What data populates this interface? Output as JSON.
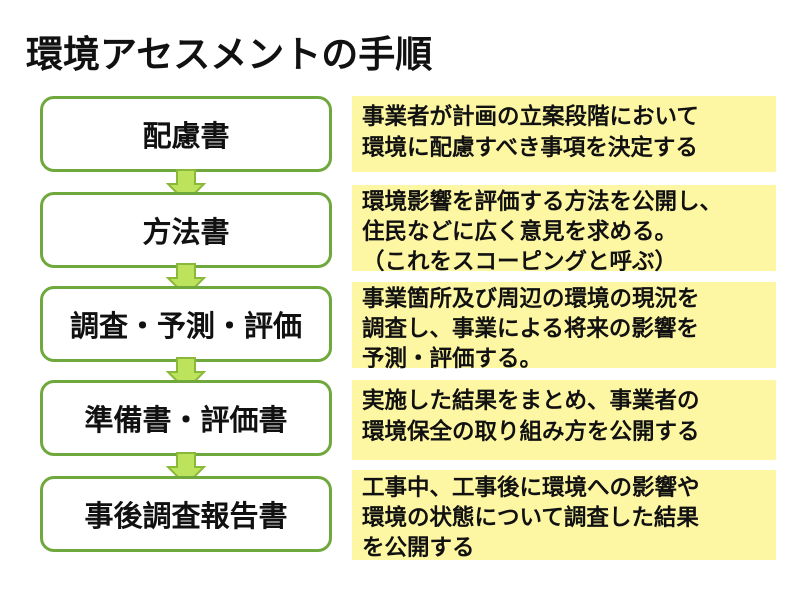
{
  "title": "環境アセスメントの手順",
  "steps": [
    {
      "label": "配慮書",
      "desc": [
        "事業者が計画の立案段階において",
        "環境に配慮すべき事項を決定する"
      ]
    },
    {
      "label": "方法書",
      "desc": [
        "環境影響を評価する方法を公開し、",
        "住民などに広く意見を求める。",
        "（これをスコーピングと呼ぶ）"
      ]
    },
    {
      "label": "調査・予測・評価",
      "desc": [
        "事業箇所及び周辺の環境の現況を",
        "調査し、事業による将来の影響を",
        "予測・評価する。"
      ]
    },
    {
      "label": "準備書・評価書",
      "desc": [
        "実施した結果をまとめ、事業者の",
        "環境保全の取り組み方を公開する"
      ]
    },
    {
      "label": "事後調査報告書",
      "desc": [
        "工事中、工事後に環境への影響や",
        "環境の状態について調査した結果",
        "を公開する"
      ]
    }
  ],
  "colors": {
    "box_border": "#6fa83c",
    "desc_bg": "#fdf6a3",
    "arrow_fill": "#bde25b",
    "arrow_stroke": "#8ab93a"
  }
}
